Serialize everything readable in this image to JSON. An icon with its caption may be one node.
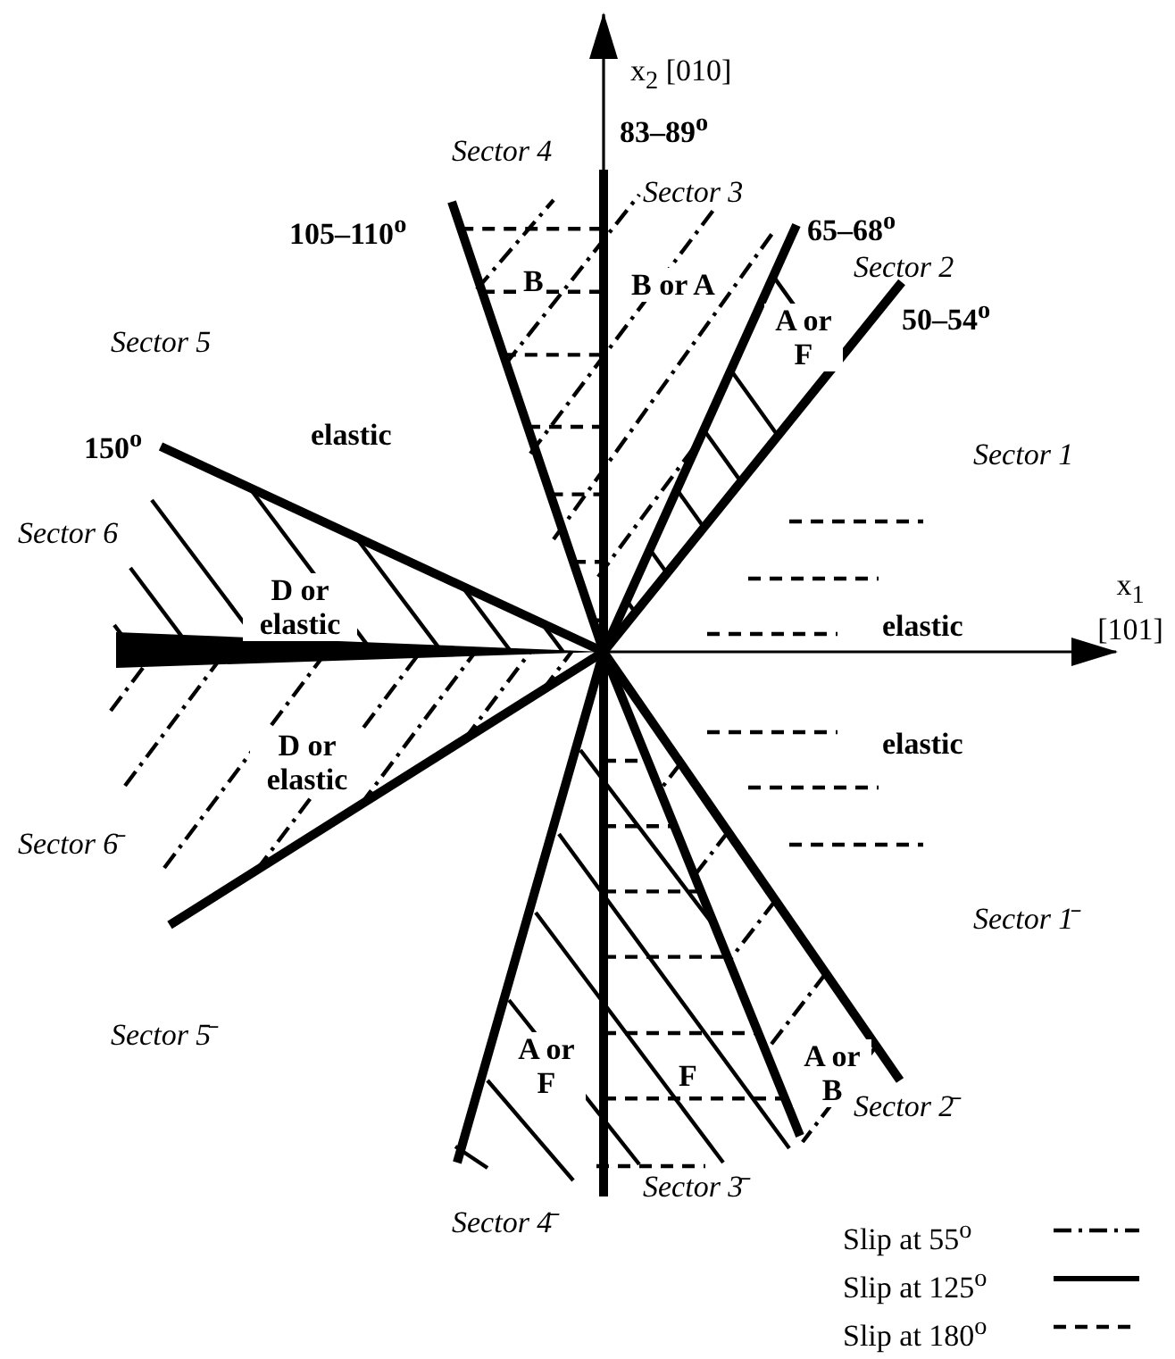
{
  "diagram": {
    "labels": [
      "x$_{2}$ [010]",
      "83–89$^{o}$",
      "Sector 4",
      "Sector 3",
      "105–110$^{o}$",
      "65–68$^{o}$",
      "Sector 2",
      "B",
      "50–54$^{o}$",
      "B or A",
      "A or F",
      "Sector 5",
      "150$^{o}$",
      "elastic",
      "Sector 1",
      "Sector 6",
      "D or elastic",
      "x$_{1}$ [101]",
      "elastic",
      "D or elastic",
      "elastic",
      "Sector 6̄",
      "Sector 1̄",
      "Sector 5̄",
      "A or F",
      "F",
      "A or B",
      "Sector 2̄",
      "Sector 3̄",
      "Sector 4̄"
    ],
    "legend": [
      {
        "text": "Slip at 55$^{o}$"
      },
      {
        "text": "Slip at 125$^{o}$"
      },
      {
        "text": "Slip at 180$^{o}$"
      }
    ]
  }
}
